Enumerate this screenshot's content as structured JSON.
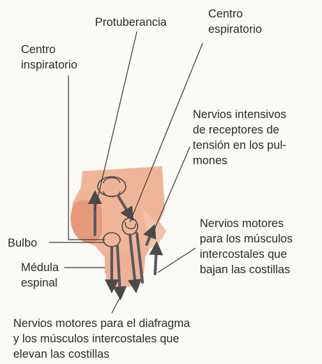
{
  "labels": {
    "protuberancia": "Protuberancia",
    "centro_espiratorio": "Centro\nespiratorio",
    "centro_inspiratorio": "Centro\ninspiratorio",
    "nervios_intensivos": "Nervios intensivos\nde receptores de\ntensión en los pul-\nmones",
    "nervios_motores_bajan": "Nervios motores\npara los músculos\nintercostales que\nbajan las costillas",
    "bulbo": "Bulbo",
    "medula_espinal": "Médula\nespinal",
    "nervios_motores_diafragma": "Nervios motores para el diafragma\ny los músculos intercostales que\nelevan las costillas"
  },
  "colors": {
    "brain_fill": "#f0b598",
    "brain_shade": "#e69a7c",
    "nerve": "#5a5a5a",
    "line": "#3a3a3a",
    "background": "#fbfaf6"
  }
}
